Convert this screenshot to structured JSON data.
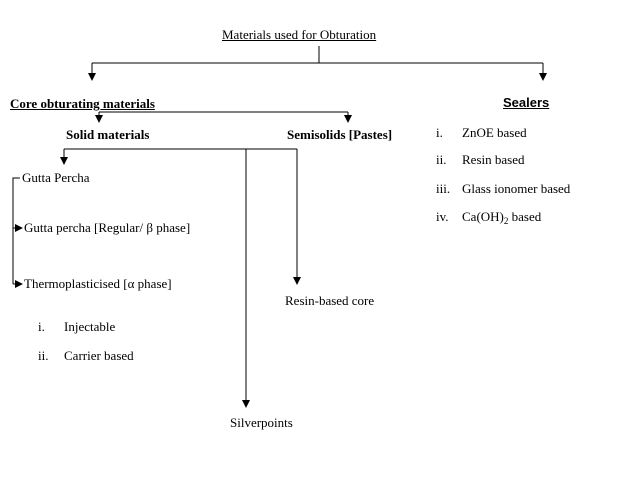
{
  "title": "Materials used for Obturation",
  "core": {
    "heading": "Core obturating materials",
    "solid": "Solid materials",
    "semisolid": "Semisolids [Pastes]",
    "gutta_percha": "Gutta Percha",
    "beta": "Gutta percha [Regular/ β phase]",
    "alpha": "Thermoplasticised  [α phase]",
    "alpha_items": [
      {
        "num": "i.",
        "label": "Injectable"
      },
      {
        "num": "ii.",
        "label": "Carrier based"
      }
    ],
    "resin_core": "Resin-based core",
    "silverpoints": "Silverpoints"
  },
  "sealers": {
    "heading": "Sealers",
    "items": [
      {
        "num": "i.",
        "label": "ZnOE based"
      },
      {
        "num": "ii.",
        "label": "Resin based"
      },
      {
        "num": "iii.",
        "label": "Glass ionomer based"
      },
      {
        "num": "iv.",
        "label": "Ca(OH)",
        "sub": "2",
        "suffix": " based"
      }
    ]
  }
}
